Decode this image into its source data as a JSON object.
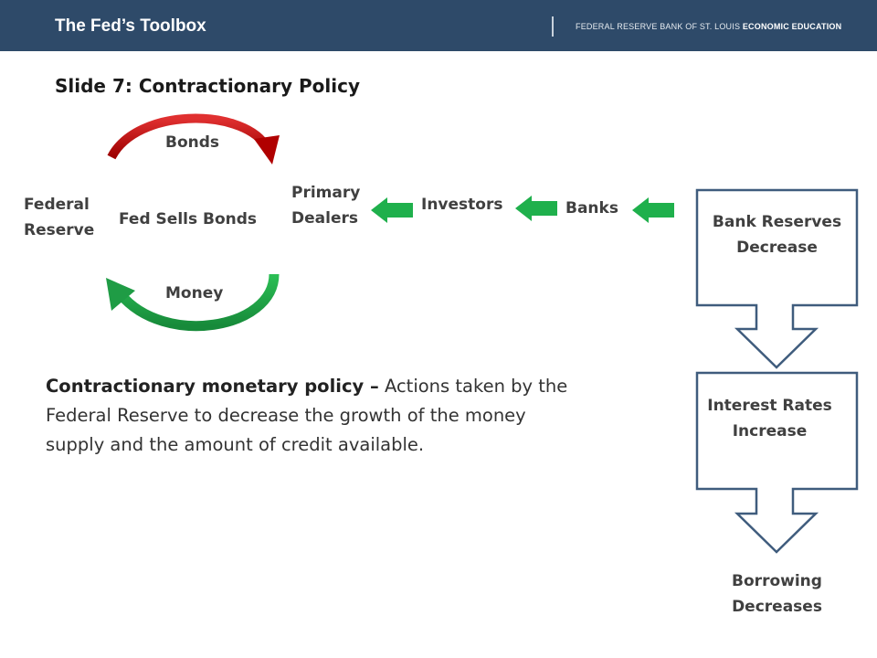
{
  "header": {
    "title": "The Fed’s Toolbox",
    "org_regular": "FEDERAL RESERVE BANK OF ST. LOUIS ",
    "org_bold": "ECONOMIC EDUCATION"
  },
  "slide_title": "Slide 7: Contractionary Policy",
  "cycle": {
    "top_label": "Bonds",
    "bottom_label": "Money",
    "left_label_line1": "Federal",
    "left_label_line2": "Reserve",
    "center_label": "Fed Sells Bonds",
    "right_label_line1": "Primary",
    "right_label_line2": "Dealers",
    "bonds_arrow_color": "#c00000",
    "money_arrow_color": "#22a24a"
  },
  "flow": {
    "investors_label": "Investors",
    "banks_label": "Banks",
    "arrow_color": "#1fb04c"
  },
  "chain": {
    "box1_line1": "Bank Reserves",
    "box1_line2": "Decrease",
    "box2_line1": "Interest Rates",
    "box2_line2": "Increase",
    "final_line1": "Borrowing",
    "final_line2": "Decreases",
    "border_color": "#3f5c7d"
  },
  "definition": {
    "term": "Contractionary monetary policy –",
    "text": " Actions taken by the Federal Reserve to decrease the growth of the money supply and the amount of credit available."
  }
}
